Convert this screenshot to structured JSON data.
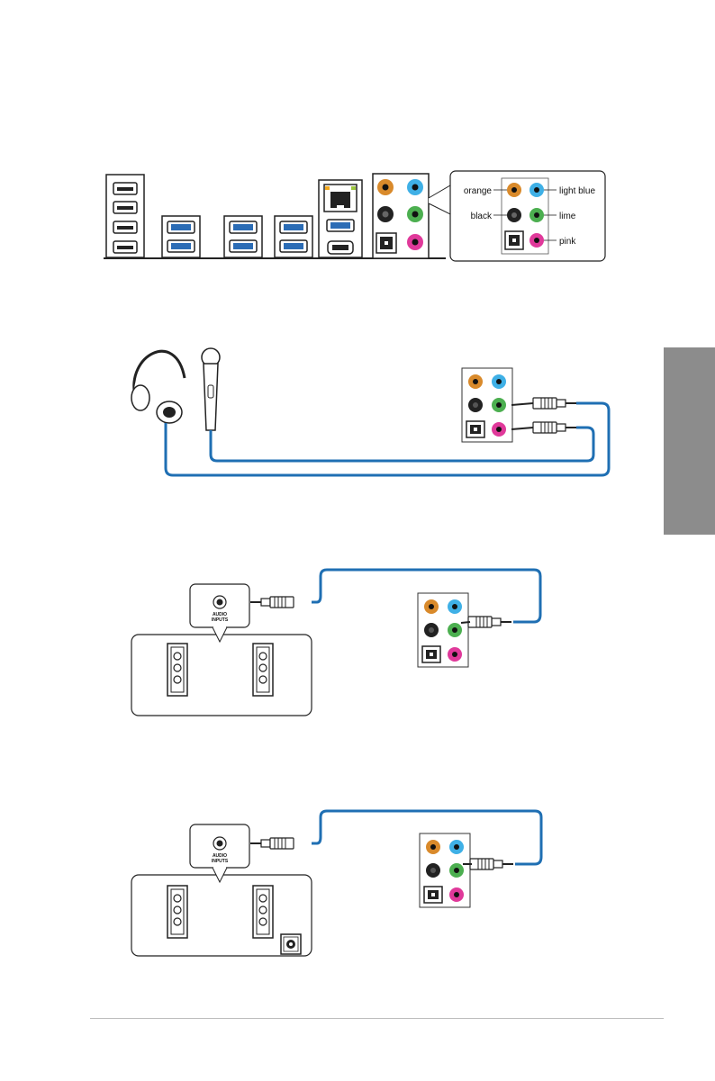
{
  "legend": {
    "orange": "orange",
    "light_blue": "light blue",
    "black": "black",
    "lime": "lime",
    "pink": "pink"
  },
  "speaker_box": {
    "audio_inputs_line1": "AUDIO",
    "audio_inputs_line2": "INPUTS"
  },
  "colors": {
    "jack_orange": "#d98a2b",
    "jack_light_blue": "#3fb0e6",
    "jack_black": "#222222",
    "jack_lime": "#4caf50",
    "jack_pink": "#e0399a",
    "cable_blue": "#1f6fb3",
    "side_tab": "#8c8c8c"
  }
}
